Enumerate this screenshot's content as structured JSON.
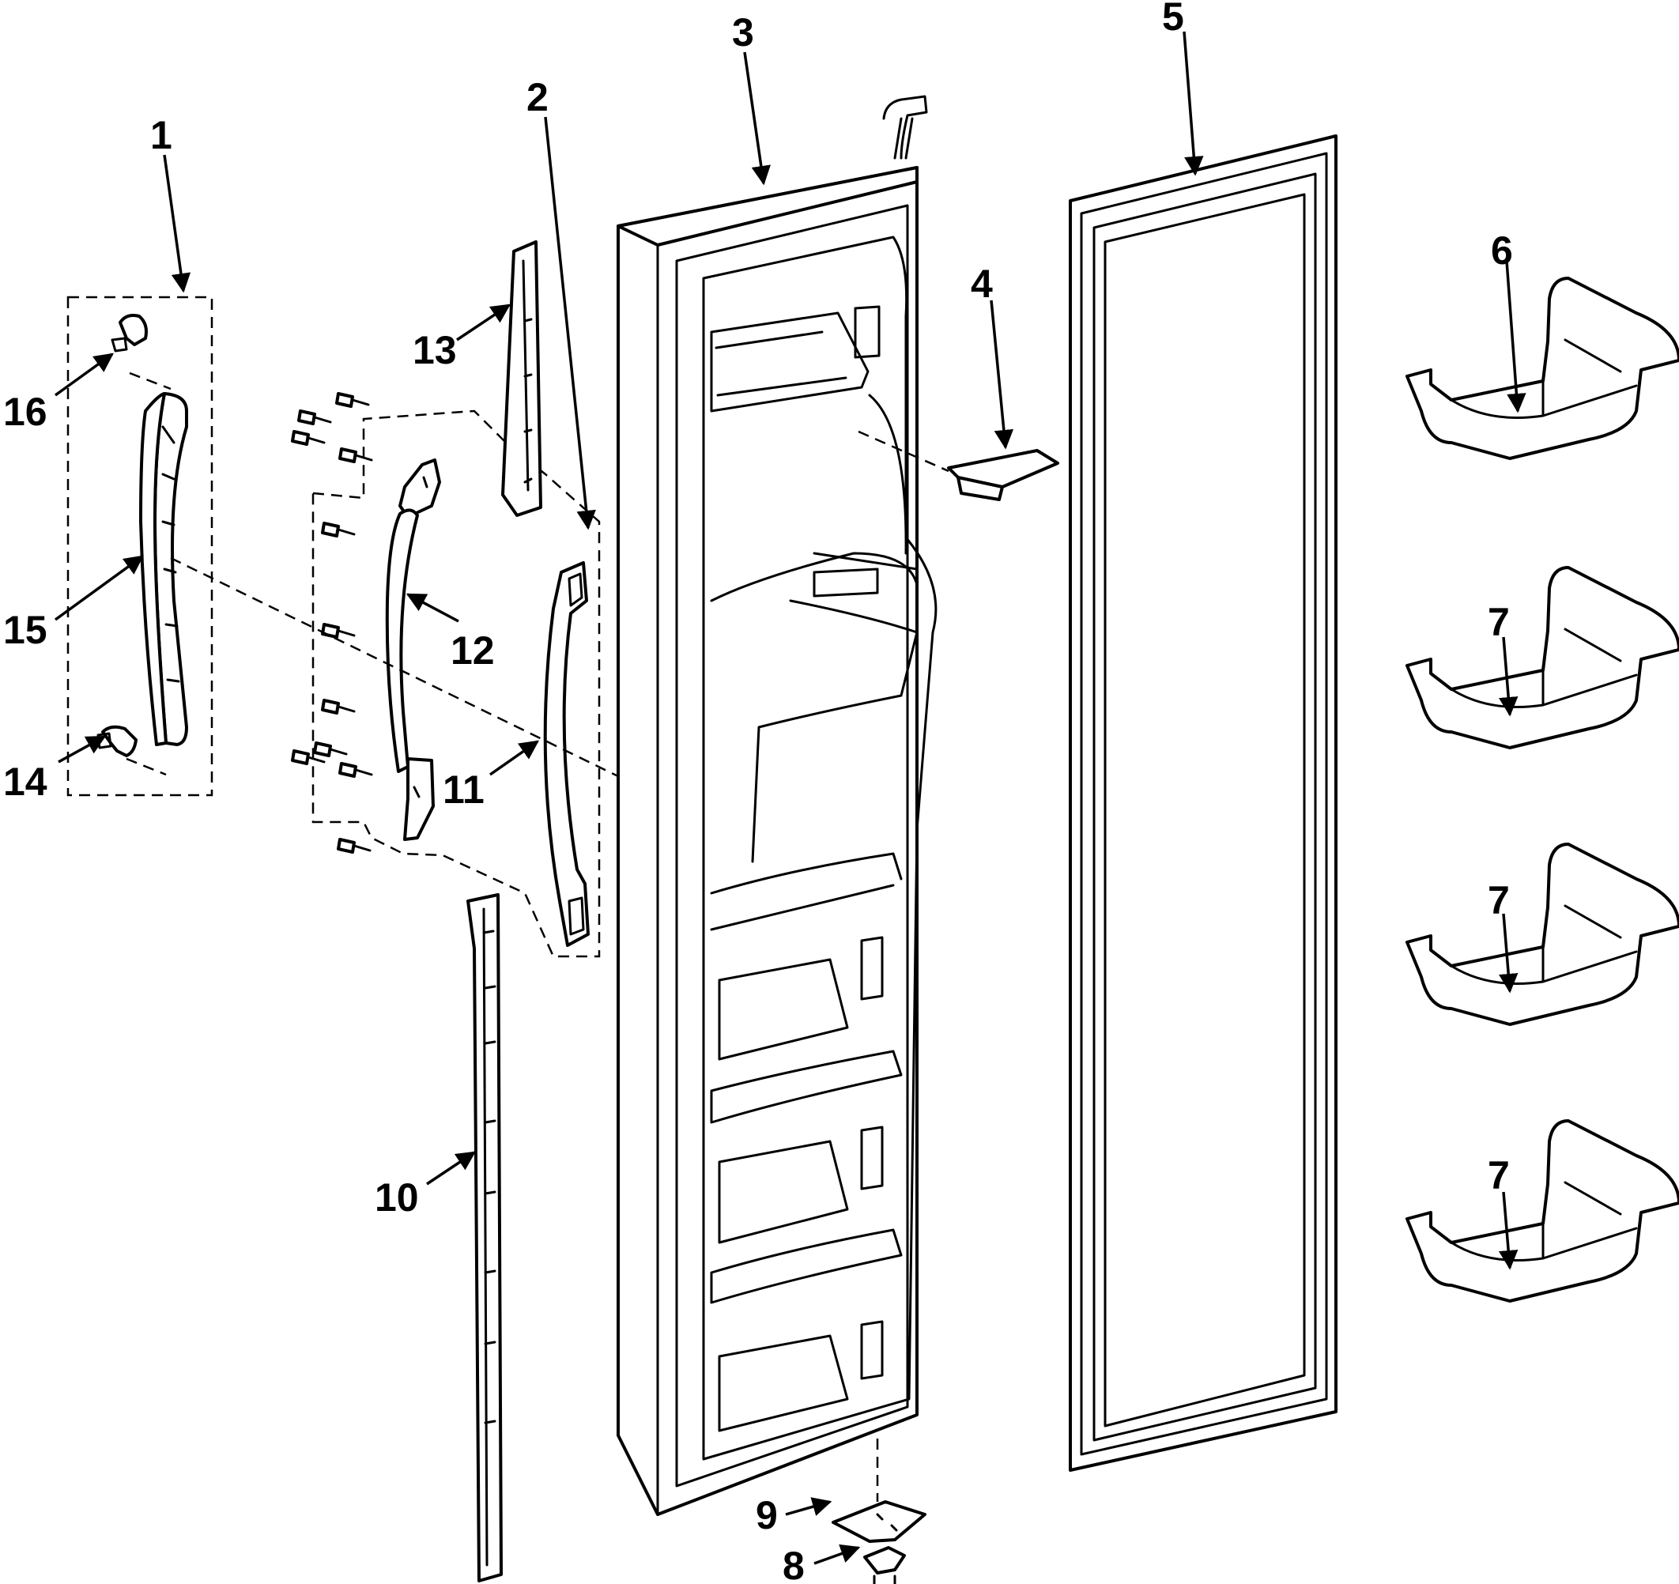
{
  "callouts": {
    "c1": "1",
    "c2": "2",
    "c3": "3",
    "c4": "4",
    "c5": "5",
    "c6": "6",
    "c7a": "7",
    "c7b": "7",
    "c7c": "7",
    "c8": "8",
    "c9": "9",
    "c10": "10",
    "c11": "11",
    "c12": "12",
    "c13": "13",
    "c14": "14",
    "c15": "15",
    "c16": "16"
  },
  "colors": {
    "line": "#000000",
    "background": "#ffffff"
  }
}
